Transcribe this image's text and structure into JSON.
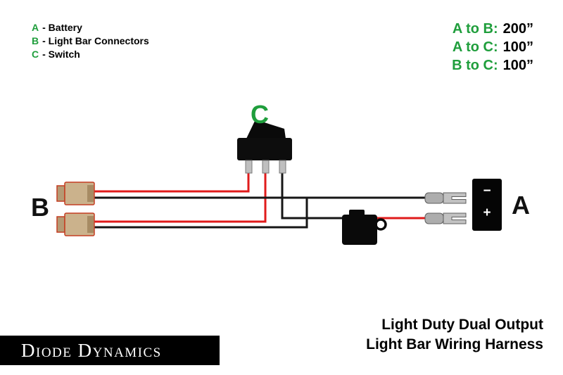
{
  "legend": {
    "items": [
      {
        "key": "A",
        "text": "- Battery"
      },
      {
        "key": "B",
        "text": "- Light Bar Connectors"
      },
      {
        "key": "C",
        "text": "- Switch"
      }
    ]
  },
  "measurements": {
    "items": [
      {
        "label": "A to B:",
        "value": "200”"
      },
      {
        "label": "A to C:",
        "value": "100”"
      },
      {
        "label": "B to C:",
        "value": "100”"
      }
    ]
  },
  "diagram": {
    "labels": {
      "battery": "A",
      "light_bar_connectors": "B",
      "switch": "C"
    },
    "battery": {
      "negative": "−",
      "positive": "+"
    }
  },
  "footer": {
    "brand": "Diode Dynamics",
    "product_line1": "Light Duty Dual Output",
    "product_line2": "Light Bar Wiring Harness"
  },
  "colors": {
    "accent_green": "#1f9e3c",
    "wire_red": "#e01b1b",
    "wire_black": "#161616",
    "connector_tan": "#cbb28c",
    "connector_rim": "#c43d21",
    "metal_gray": "#b5b5b5"
  }
}
